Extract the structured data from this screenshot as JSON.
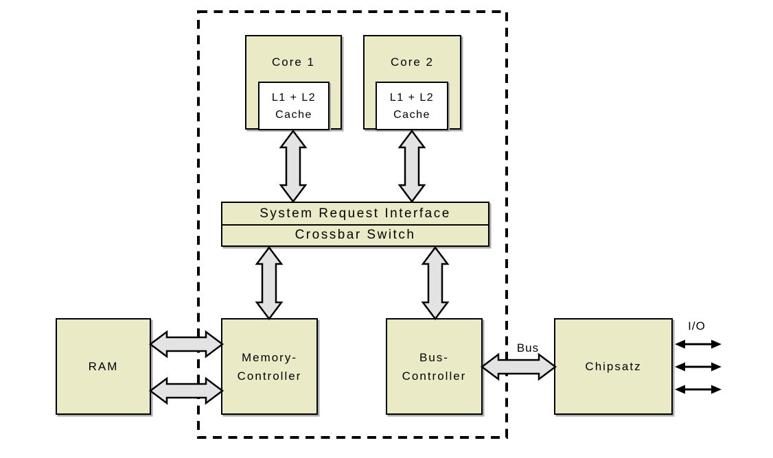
{
  "colors": {
    "box_fill": "#eaeac7",
    "cache_fill": "#ffffff",
    "arrow_fill": "#e3e3e3",
    "outline": "#000000",
    "shadow": "#aaaaaa",
    "background": "#ffffff"
  },
  "nodes": {
    "core1": {
      "label": "Core 1",
      "cache_label": "L1 + L2\nCache"
    },
    "core2": {
      "label": "Core 2",
      "cache_label": "L1 + L2\nCache"
    },
    "sri": {
      "label": "System Request Interface"
    },
    "crossbar": {
      "label": "Crossbar Switch"
    },
    "ram": {
      "label": "RAM"
    },
    "memory_controller": {
      "label": "Memory-\nController"
    },
    "bus_controller": {
      "label": "Bus-\nController"
    },
    "chipset": {
      "label": "Chipsatz"
    }
  },
  "annotations": {
    "bus": "Bus",
    "io": "I/O"
  },
  "edges": [
    {
      "from": "core1-cache",
      "to": "system-request-interface",
      "style": "outlined-double-arrow"
    },
    {
      "from": "core2-cache",
      "to": "system-request-interface",
      "style": "outlined-double-arrow"
    },
    {
      "from": "crossbar-switch",
      "to": "memory-controller",
      "style": "outlined-double-arrow"
    },
    {
      "from": "crossbar-switch",
      "to": "bus-controller",
      "style": "outlined-double-arrow"
    },
    {
      "from": "ram",
      "to": "memory-controller",
      "style": "outlined-double-arrow",
      "count": 2
    },
    {
      "from": "bus-controller",
      "to": "chipset",
      "style": "outlined-double-arrow",
      "label": "Bus"
    },
    {
      "from": "chipset",
      "to": "external-io",
      "style": "thin-double-arrow",
      "count": 3,
      "label": "I/O"
    }
  ]
}
